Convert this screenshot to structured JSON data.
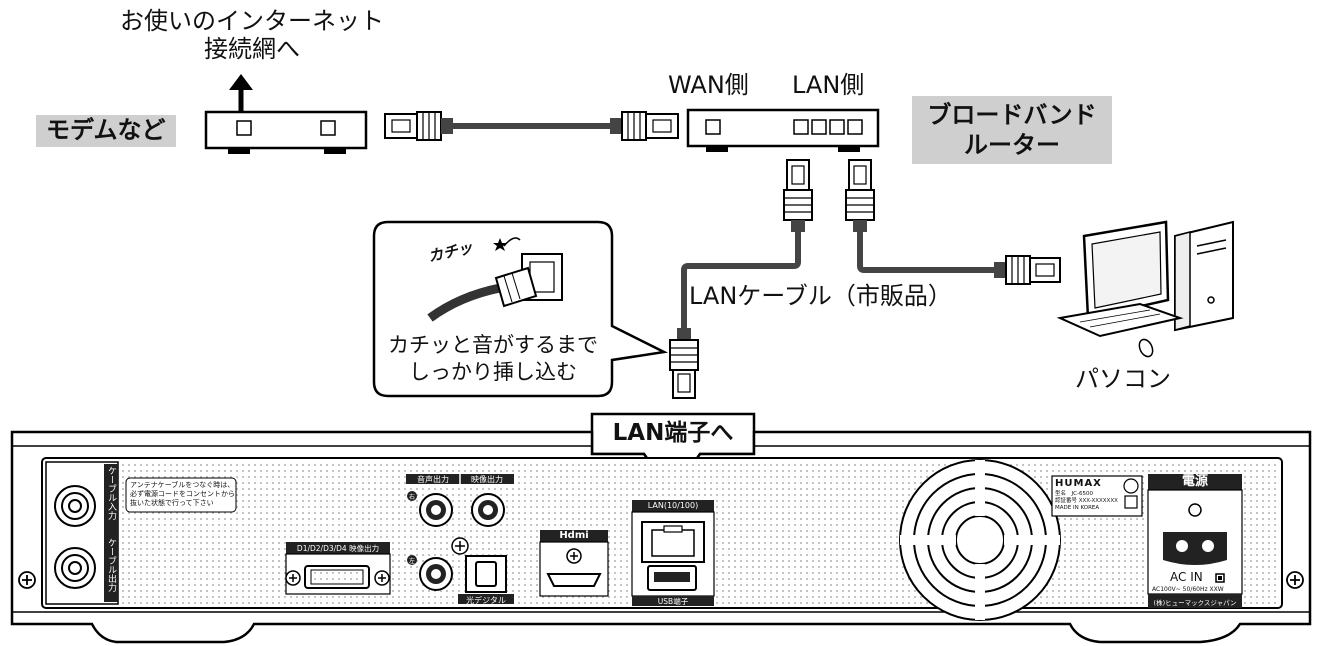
{
  "internet": {
    "line1": "お使いのインターネット",
    "line2": "接続網へ"
  },
  "modem": {
    "label": "モデムなど"
  },
  "router": {
    "label_line1": "ブロードバンド",
    "label_line2": "ルーター",
    "wan": "WAN側",
    "lan": "LAN側"
  },
  "cable": {
    "label": "LANケーブル（市販品）"
  },
  "pc": {
    "label": "パソコン"
  },
  "callout": {
    "click": "カチッ",
    "line1": "カチッと音がするまで",
    "line2": "しっかり挿し込む"
  },
  "lan_port_callout": {
    "label": "LAN端子へ"
  },
  "panel": {
    "cable_in": "ケーブル入力",
    "cable_out": "ケーブル出力",
    "notice_lines": [
      "アンテナケーブルをつなぐ時は、",
      "必ず電源コードをコンセントから",
      "抜いた状態で行って下さい"
    ],
    "d_terminal": "D1/D2/D3/D4 映像出力",
    "audio_out": "音声出力",
    "video_out": "映像出力",
    "right": "右",
    "left": "左",
    "optical": "光デジタル",
    "hdmi": "Hdmi",
    "lan_port": "LAN(10/100)",
    "usb": "USB端子",
    "brand": "HUMAX",
    "model_line1": "型名　JC-6500",
    "model_line2": "認証番号 XXX-XXXXXXX",
    "made_in": "MADE IN KOREA",
    "power": "電源",
    "ac_in": "AC IN",
    "ac_spec": "AC100V~ 50/60Hz XXW",
    "company": "(株)ヒューマックスジャパン"
  },
  "colors": {
    "tag_bg": "#cfcfcf",
    "panel_line": "#222222"
  }
}
